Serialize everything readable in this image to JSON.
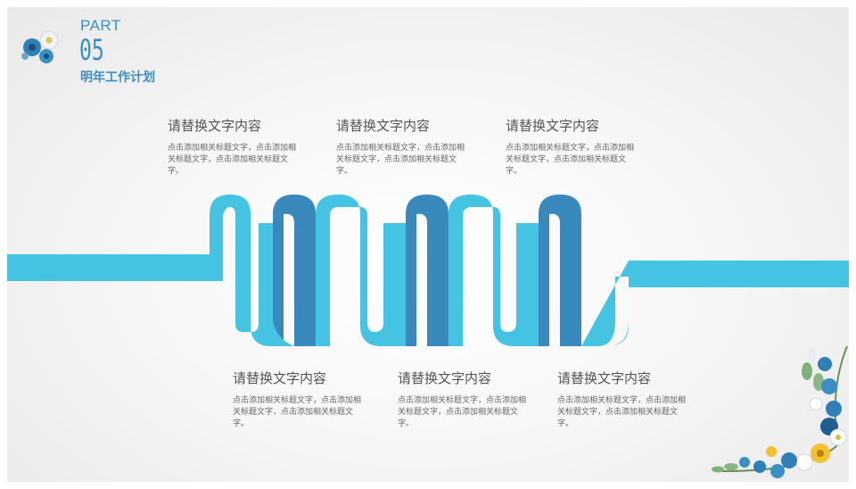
{
  "header": {
    "part_label": "PART",
    "part_number": "05",
    "section_title": "明年工作计划"
  },
  "colors": {
    "accent": "#3a8fc4",
    "ribbon_light": "#45c3e3",
    "ribbon_dark": "#3a89bd"
  },
  "icons": {
    "header": "flower-cluster-icon",
    "corner": "flower-corner-decoration"
  },
  "top_blocks": [
    {
      "title": "请替换文字内容",
      "body": "点击添加相关标题文字，点击添加相关标题文字，点击添加相关标题文字。"
    },
    {
      "title": "请替换文字内容",
      "body": "点击添加相关标题文字，点击添加相关标题文字，点击添加相关标题文字。"
    },
    {
      "title": "请替换文字内容",
      "body": "点击添加相关标题文字，点击添加相关标题文字，点击添加相关标题文字。"
    }
  ],
  "bottom_blocks": [
    {
      "title": "请替换文字内容",
      "body": "点击添加相关标题文字，点击添加相关标题文字，点击添加相关标题文字。"
    },
    {
      "title": "请替换文字内容",
      "body": "点击添加相关标题文字，点击添加相关标题文字，点击添加相关标题文字。"
    },
    {
      "title": "请替换文字内容",
      "body": "点击添加相关标题文字，点击添加相关标题文字，点击添加相关标题文字。"
    }
  ]
}
